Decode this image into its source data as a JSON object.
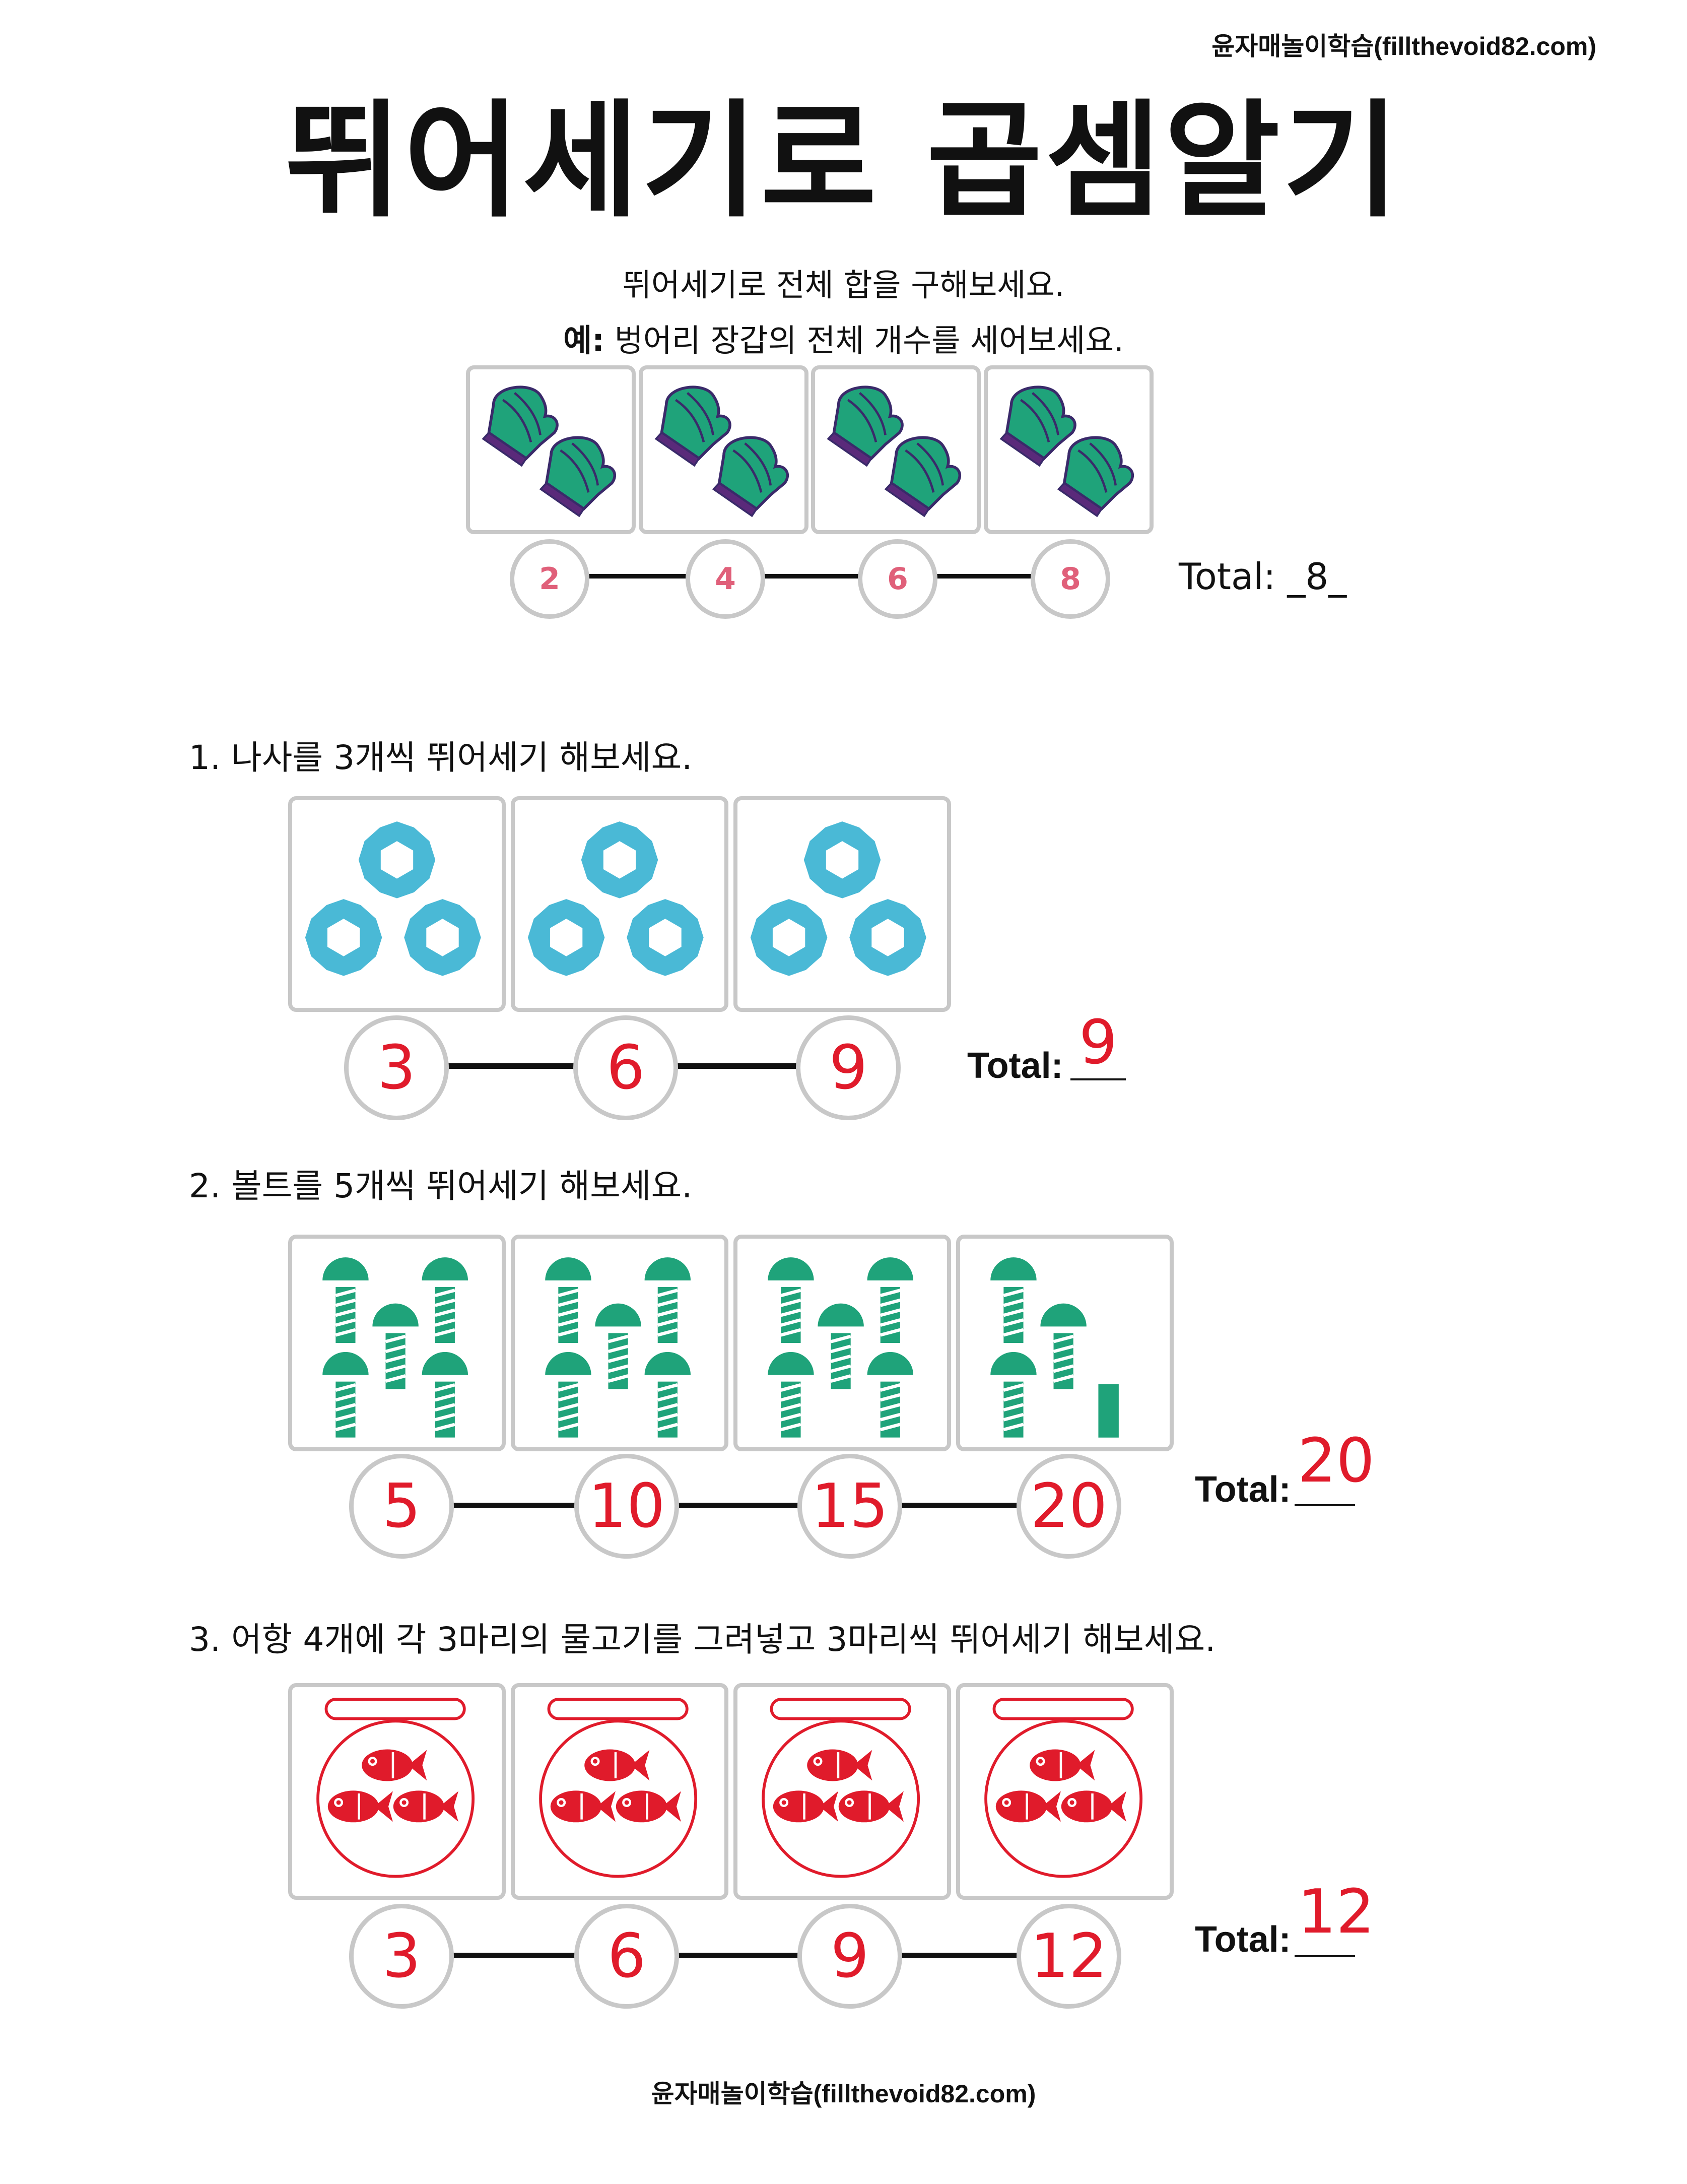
{
  "header": {
    "brand": "윤자매놀이학습(fillthevoid82.com)"
  },
  "title": "뛰어세기로 곱셈알기",
  "instruction": "뛰어세기로 전체 합을 구해보세요.",
  "example": {
    "label": "예:",
    "text": "벙어리 장갑의 전체 개수를 세어보세요.",
    "counts": [
      "2",
      "4",
      "6",
      "8"
    ],
    "total_label": "Total:",
    "total_value": "_8_",
    "icon": "mitten-pair-icon",
    "color": "#1fa37a"
  },
  "problems": [
    {
      "question": "1.  나사를 3개씩 뛰어세기 해보세요.",
      "counts": [
        "3",
        "6",
        "9"
      ],
      "total_label": "Total:",
      "answer": "9",
      "icon": "nut-icon",
      "color": "#4ab9d6"
    },
    {
      "question": "2.  볼트를 5개씩 뛰어세기 해보세요.",
      "counts": [
        "5",
        "10",
        "15",
        "20"
      ],
      "total_label": "Total:",
      "answer": "20",
      "icon": "bolt-icon",
      "color": "#1fa37a"
    },
    {
      "question": "3.  어항 4개에 각 3마리의 물고기를 그려넣고 3마리씩 뛰어세기 해보세요.",
      "counts": [
        "3",
        "6",
        "9",
        "12"
      ],
      "total_label": "Total:",
      "answer": "12",
      "icon": "fishbowl-icon",
      "color": "#e01b2b"
    }
  ],
  "footer": {
    "brand": "윤자매놀이학습(fillthevoid82.com)"
  }
}
